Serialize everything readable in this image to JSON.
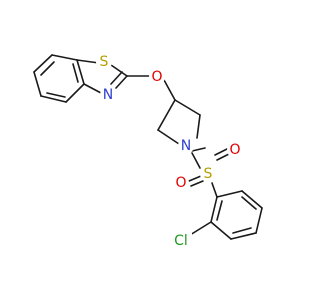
{
  "molecule": {
    "atoms": [
      {
        "key": "s1",
        "label": "S",
        "color": "#b5a000"
      },
      {
        "key": "n1",
        "label": "N",
        "color": "#2f3fd0"
      },
      {
        "key": "o1",
        "label": "O",
        "color": "#e00000"
      },
      {
        "key": "n2",
        "label": "N",
        "color": "#2f3fd0"
      },
      {
        "key": "s2",
        "label": "S",
        "color": "#b5a000"
      },
      {
        "key": "o2",
        "label": "O",
        "color": "#e00000"
      },
      {
        "key": "o3",
        "label": "O",
        "color": "#e00000"
      },
      {
        "key": "cl",
        "label": "Cl",
        "color": "#1f9a1f"
      }
    ],
    "bond_color": "#1a1a1a"
  }
}
